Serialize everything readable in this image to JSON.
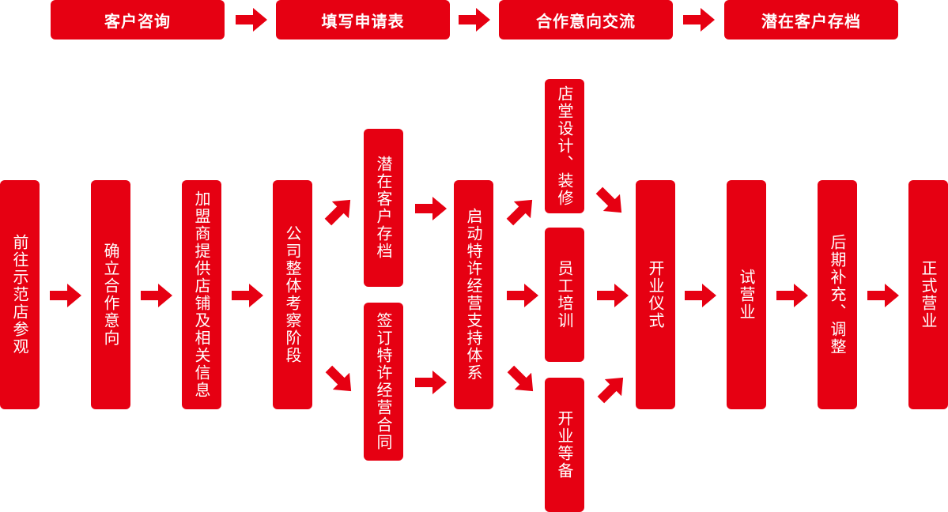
{
  "colors": {
    "primary": "#e60012",
    "text": "#ffffff"
  },
  "top_flow": [
    "客户咨询",
    "填写申请表",
    "合作意向交流",
    "潜在客户存档"
  ],
  "steps": {
    "visit": "前往示范店参观",
    "intent": "确立合作意向",
    "inspect": "加盟商提供店铺及相关信息",
    "assess": "公司整体考察阶段",
    "archive": "潜在客户存档",
    "contract": "签订特许经营合同",
    "support": "启动特许经营支持体系",
    "design": "店堂设计、装修",
    "training": "员工培训",
    "prep": "开业等备",
    "ceremony": "开业仪式",
    "trial": "试营业",
    "adjust": "后期补充、调整",
    "open": "正式营业"
  }
}
